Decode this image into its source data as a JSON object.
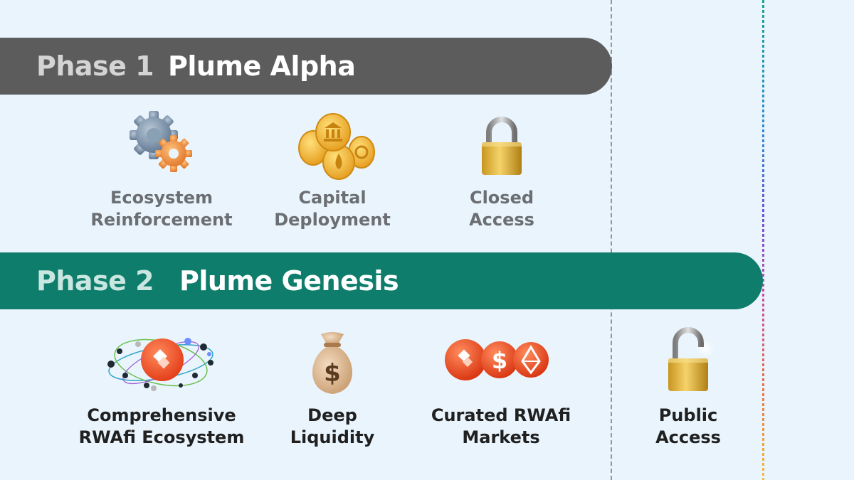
{
  "phases": [
    {
      "number": "Phase 1",
      "name": "Plume Alpha",
      "items": [
        {
          "line1": "Ecosystem",
          "line2": "Reinforcement",
          "icon": "gears-icon"
        },
        {
          "line1": "Capital",
          "line2": "Deployment",
          "icon": "coins-icon"
        },
        {
          "line1": "Closed",
          "line2": "Access",
          "icon": "lock-closed-icon"
        }
      ]
    },
    {
      "number": "Phase 2",
      "name": "Plume Genesis",
      "items": [
        {
          "line1": "Comprehensive",
          "line2": "RWAfi Ecosystem",
          "icon": "ecosystem-orbit-icon"
        },
        {
          "line1": "Deep",
          "line2": "Liquidity",
          "icon": "money-bag-icon"
        },
        {
          "line1": "Curated RWAfi",
          "line2": "Markets",
          "icon": "market-tokens-icon"
        },
        {
          "line1": "Public",
          "line2": "Access",
          "icon": "lock-open-icon"
        }
      ]
    }
  ],
  "colors": {
    "background": "#e9f4fc",
    "phase1_bar": "#5c5c5c",
    "phase2_bar": "#0e7d6c",
    "gold": "#f2b632",
    "orange": "#ef4a23"
  }
}
